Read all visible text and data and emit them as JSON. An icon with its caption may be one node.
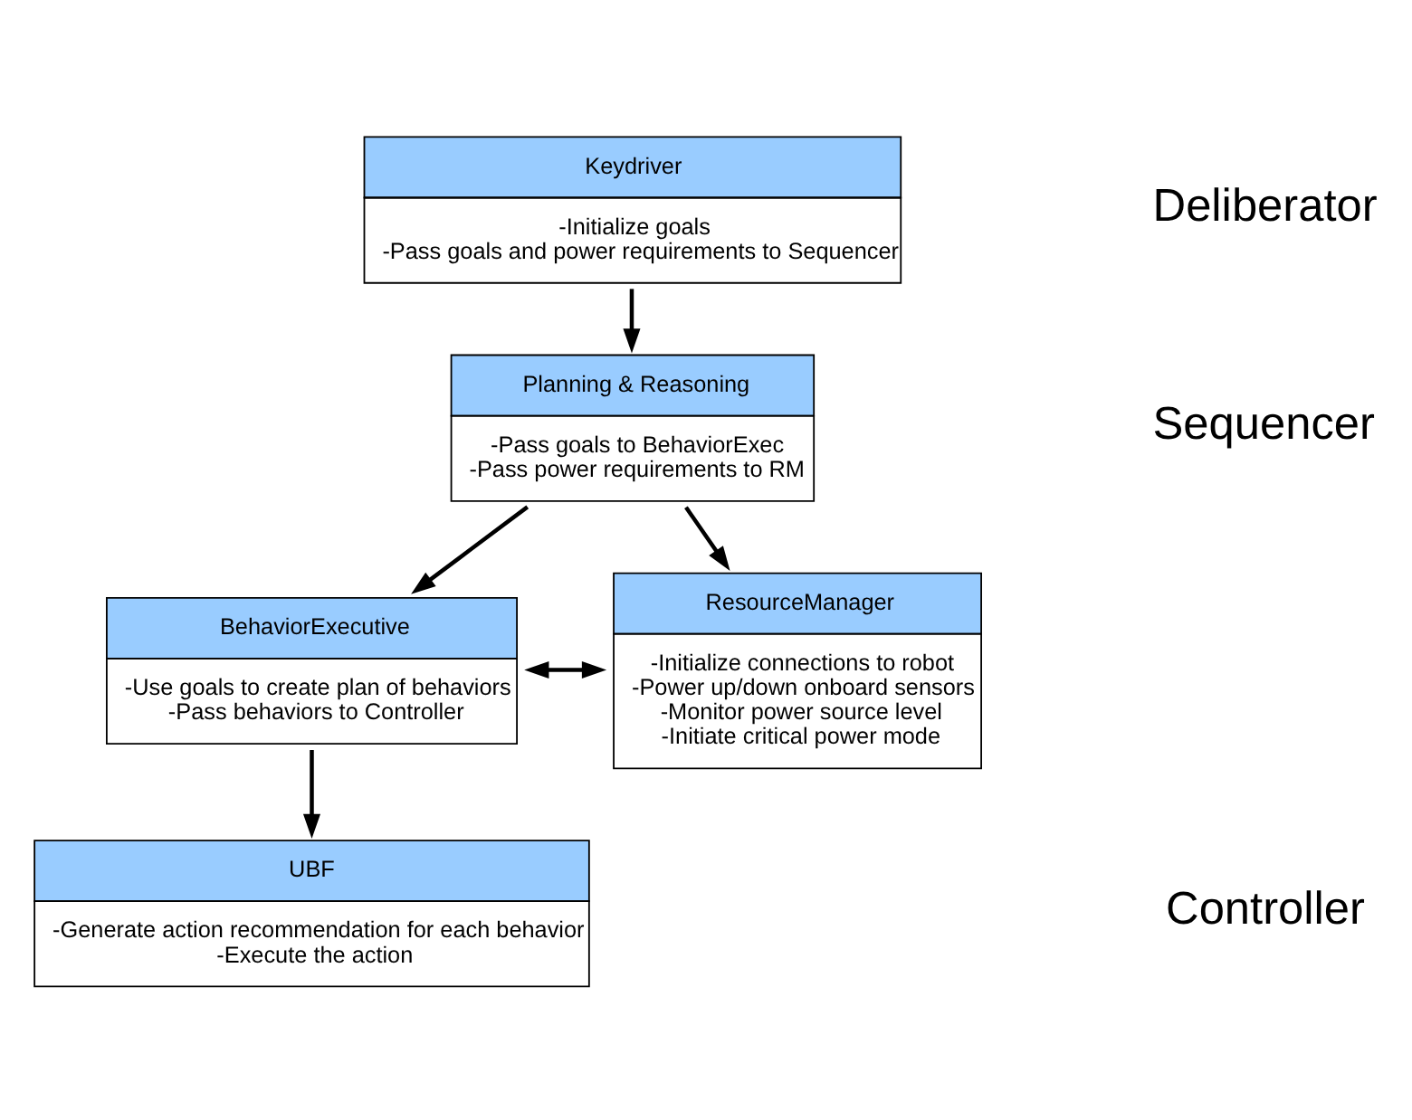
{
  "diagram": {
    "nodes": [
      {
        "text": [
          "Keydriver",
          "-Initialize goals",
          "-Pass goals and power requirements to Sequencer"
        ]
      },
      {
        "text": [
          "Planning & Reasoning",
          "-Pass goals to BehaviorExec",
          "-Pass power requirements to RM"
        ]
      },
      {
        "text": [
          "BehaviorExecutive",
          "-Use goals to create plan of behaviors",
          "-Pass behaviors to Controller"
        ]
      },
      {
        "text": [
          "ResourceManager",
          "-Initialize connections to robot",
          "-Power up/down onboard sensors",
          "-Monitor power source level",
          "-Initiate critical power mode"
        ]
      },
      {
        "text": [
          "UBF",
          "-Generate action recommendation for each behavior",
          "-Execute the action"
        ]
      }
    ],
    "edges": [
      {
        "from": 0,
        "to": 1,
        "arrow": "to"
      },
      {
        "from": 1,
        "to": 2,
        "arrow": "to"
      },
      {
        "from": 1,
        "to": 3,
        "arrow": "to"
      },
      {
        "from": 2,
        "to": 3,
        "arrow": "both"
      },
      {
        "from": 2,
        "to": 4,
        "arrow": "to"
      }
    ],
    "labels": [
      "Deliberator",
      "Sequencer",
      "Controller"
    ]
  }
}
